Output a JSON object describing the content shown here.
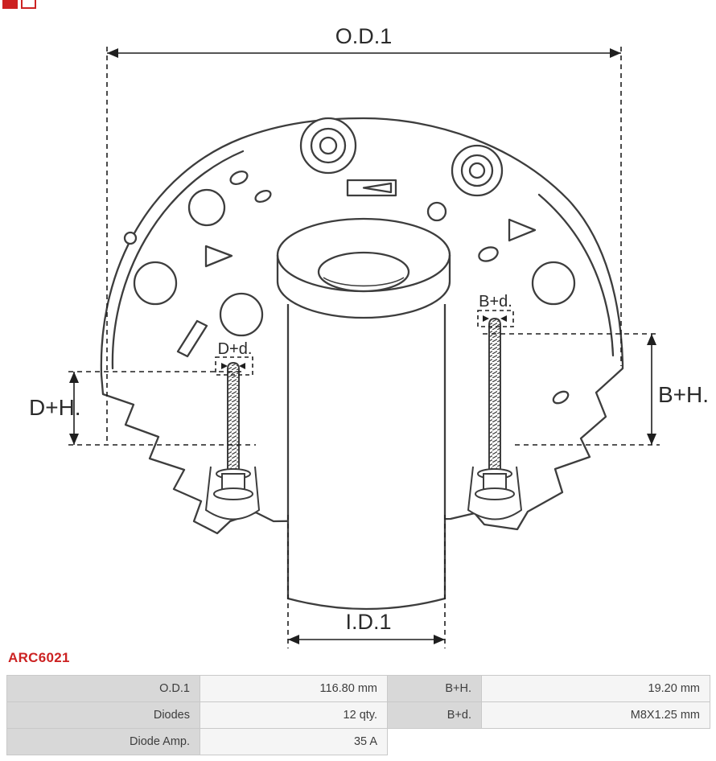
{
  "part_number": "ARC6021",
  "diagram": {
    "type": "technical-drawing",
    "subject": "alternator rectifier bridge",
    "labels": {
      "od1": "O.D.1",
      "id1": "I.D.1",
      "dh": "D+H.",
      "bh": "B+H.",
      "dd": "D+d.",
      "bd": "B+d."
    }
  },
  "table": {
    "rows": [
      {
        "label1": "O.D.1",
        "value1": "116.80 mm",
        "label2": "B+H.",
        "value2": "19.20 mm"
      },
      {
        "label1": "Diodes",
        "value1": "12 qty.",
        "label2": "B+d.",
        "value2": "M8X1.25 mm"
      },
      {
        "label1": "Diode Amp.",
        "value1": "35 A",
        "label2": "",
        "value2": ""
      }
    ]
  },
  "colors": {
    "part_number_red": "#cc2222",
    "logo_red": "#cc2222",
    "table_label_bg": "#d8d8d8",
    "table_value_bg": "#f5f5f5",
    "table_border": "#c9c9c9",
    "drawing_stroke": "#3d3d3d",
    "dimension_stroke": "#1f1f1f"
  }
}
